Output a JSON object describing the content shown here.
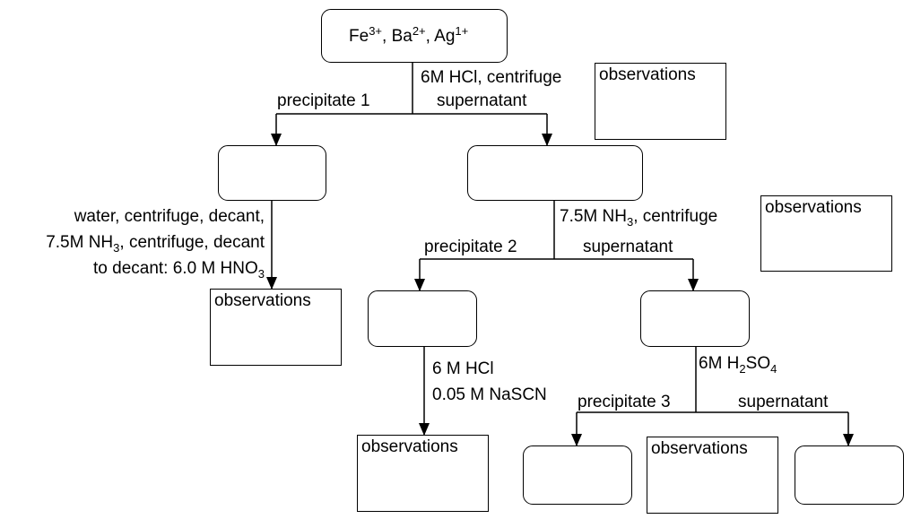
{
  "start": {
    "ion1": "Fe",
    "ion1_charge": "3+",
    "ion2": "Ba",
    "ion2_charge": "2+",
    "ion3": "Ag",
    "ion3_charge": "1+",
    "sep": ", "
  },
  "step1": {
    "reagent": "6M HCl, centrifuge",
    "left_branch": "precipitate 1",
    "right_branch": "supernatant"
  },
  "step2": {
    "reagent_pre": "7.5M NH",
    "reagent_sub": "3",
    "reagent_post": ", centrifuge",
    "left_branch": "precipitate 2",
    "right_branch": "supernatant"
  },
  "left_path": {
    "line1": "water, centrifuge, decant,",
    "line2_pre": "7.5M NH",
    "line2_sub": "3",
    "line2_post": ", centrifuge, decant",
    "line3_pre": "to decant:  6.0 M HNO",
    "line3_sub": "3"
  },
  "mid_path": {
    "line1": "6 M HCl",
    "line2": "0.05 M NaSCN"
  },
  "step3": {
    "reagent_pre": "6M H",
    "reagent_sub1": "2",
    "reagent_mid": "SO",
    "reagent_sub2": "4",
    "left_branch": "precipitate 3",
    "right_branch": "supernatant"
  },
  "observations": {
    "label": "observations"
  }
}
